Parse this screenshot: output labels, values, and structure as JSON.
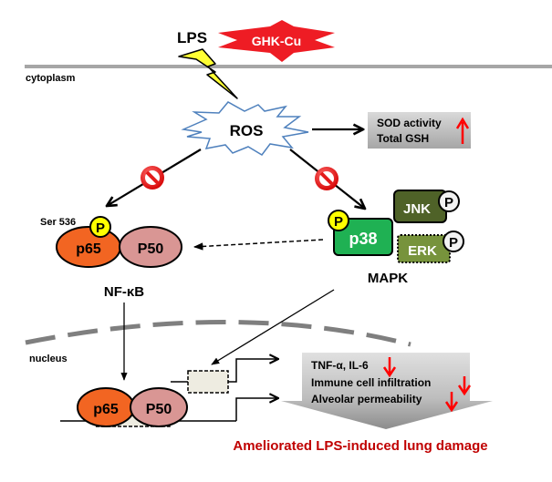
{
  "colors": {
    "membrane": "#a6a6a6",
    "nuclear_membrane": "#7f7f7f",
    "ghk_red": "#ee1c24",
    "lightning": "#ffff33",
    "ros_outline": "#4f81bd",
    "inhibit_red": "#e41b1b",
    "p65": "#f26522",
    "p50": "#d99694",
    "phospho_yellow": "#ffff00",
    "phospho_white": "#f2f2f2",
    "p38": "#1fb153",
    "jnk": "#4f6228",
    "erk": "#77933c",
    "up_down_arrow": "#ff0000",
    "outcome_red": "#c00000",
    "promoter_fill": "#eeece1"
  },
  "labels": {
    "lps": "LPS",
    "ghk_cu": "GHK-Cu",
    "cytoplasm": "cytoplasm",
    "ros": "ROS",
    "antioxidant_line1": "SOD activity",
    "antioxidant_line2": "Total  GSH",
    "antioxidant_direction": "up",
    "ser536": "Ser 536",
    "phospho": "P",
    "p65": "p65",
    "p50": "P50",
    "nfkb": "NF-κB",
    "p38": "p38",
    "jnk": "JNK",
    "erk": "ERK",
    "mapk": "MAPK",
    "nucleus": "nucleus",
    "effects": [
      {
        "text": "TNF-α, IL-6",
        "direction": "down"
      },
      {
        "text": "Immune  cell  infiltration",
        "direction": "down"
      },
      {
        "text": "Alveolar  permeability",
        "direction": "down"
      }
    ],
    "outcome": "Ameliorated LPS-induced lung damage"
  },
  "icons": {
    "lightning": "lightning-bolt-icon",
    "inhibit": "prohibition-sign-icon",
    "up_arrow": "red-up-arrow-icon",
    "down_arrow": "red-down-arrow-icon"
  }
}
